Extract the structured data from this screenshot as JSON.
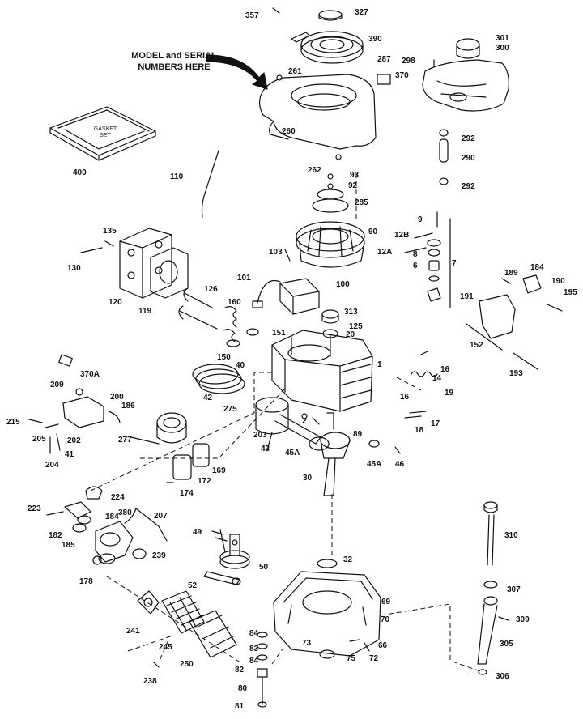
{
  "annotation": {
    "line1": "MODEL and SERIAL",
    "line2": "NUMBERS HERE"
  },
  "gasket_set": {
    "line1": "GASKET",
    "line2": "SET"
  },
  "labels": [
    "357",
    "327",
    "390",
    "301",
    "300",
    "287",
    "298",
    "370",
    "261",
    "260",
    "292",
    "290",
    "292",
    "400",
    "262",
    "93",
    "92",
    "110",
    "285",
    "90",
    "9",
    "12B",
    "12A",
    "135",
    "103",
    "8",
    "6",
    "7",
    "130",
    "189",
    "184",
    "120",
    "119",
    "126",
    "101",
    "100",
    "190",
    "191",
    "195",
    "313",
    "125",
    "160",
    "20",
    "151",
    "150",
    "40",
    "1",
    "152",
    "193",
    "370A",
    "16",
    "14",
    "209",
    "200",
    "42",
    "19",
    "186",
    "275",
    "16",
    "215",
    "205",
    "202",
    "2",
    "89",
    "17",
    "18",
    "277",
    "41",
    "203",
    "204",
    "43",
    "45A",
    "45A",
    "46",
    "30",
    "169",
    "224",
    "174",
    "172",
    "223",
    "380",
    "207",
    "310",
    "182",
    "184",
    "185",
    "49",
    "50",
    "239",
    "32",
    "178",
    "52",
    "307",
    "69",
    "241",
    "309",
    "70",
    "245",
    "84",
    "83",
    "84",
    "73",
    "66",
    "305",
    "82",
    "250",
    "75",
    "72",
    "238",
    "306",
    "80",
    "81"
  ]
}
